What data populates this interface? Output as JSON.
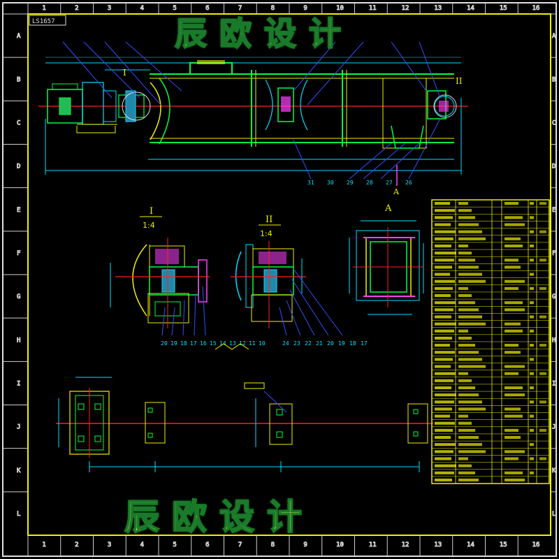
{
  "watermark": {
    "top": "辰欧设计",
    "bottom": "辰欧设计"
  },
  "title_box": "LS1657",
  "frame": {
    "col_labels": [
      "1",
      "2",
      "3",
      "4",
      "5",
      "6",
      "7",
      "8",
      "9",
      "10",
      "11",
      "12",
      "13",
      "14",
      "15",
      "16"
    ],
    "row_labels": [
      "A",
      "B",
      "C",
      "D",
      "E",
      "F",
      "G",
      "H",
      "I",
      "J",
      "K",
      "L"
    ]
  },
  "views": {
    "detail_1": {
      "label": "I",
      "scale": "1:4"
    },
    "detail_2": {
      "label": "II",
      "scale": "1:4"
    },
    "section_a": {
      "label": "A"
    }
  },
  "callouts": {
    "main_detail_1": "I",
    "main_detail_2": "II",
    "main_section_arrow": "A"
  },
  "balloons": {
    "main": [
      "31",
      "30",
      "29",
      "28",
      "27",
      "26"
    ],
    "detail_1": [
      "20",
      "19",
      "18",
      "17",
      "16",
      "15",
      "14",
      "13",
      "12",
      "11",
      "10"
    ],
    "detail_2": [
      "24",
      "23",
      "22",
      "21",
      "20",
      "19",
      "18",
      "17"
    ]
  },
  "colors": {
    "background": "#000000",
    "frame": "#e0e0e0",
    "border_inner": "#f0f000",
    "outline": "#f0f000",
    "dimension": "#00e0ff",
    "centerline": "#ff2020",
    "part_green": "#00ff40",
    "part_magenta": "#ff40ff",
    "leader_blue": "#3050ff",
    "watermark_fill": "#f4ff3a",
    "watermark_stroke": "#1a7a2a"
  }
}
